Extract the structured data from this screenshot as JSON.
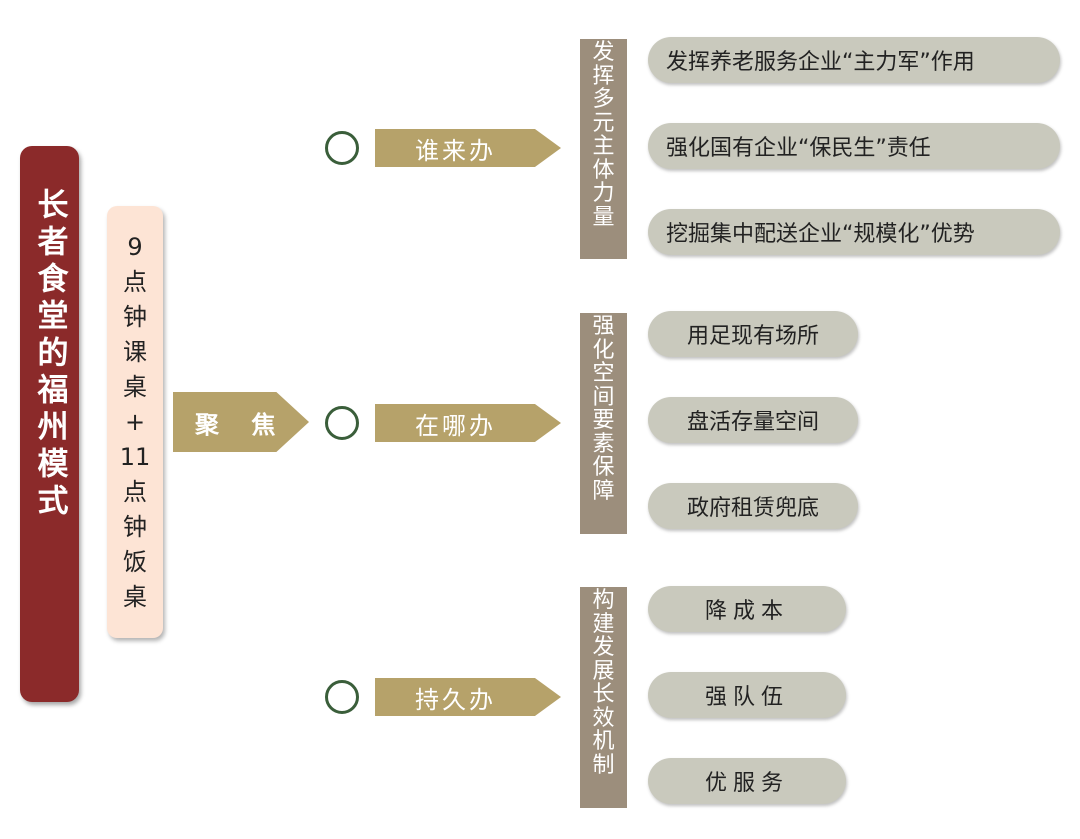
{
  "title": "长者食堂的福州模式",
  "subtitle_chars": [
    "9",
    "点",
    "钟",
    "课",
    "桌",
    "+",
    "11",
    "点",
    "钟",
    "饭",
    "桌"
  ],
  "focus_label": "聚 焦",
  "branches": [
    {
      "label": "谁来办",
      "category_chars": [
        "发",
        "挥",
        "多",
        "元",
        "主",
        "体",
        "力",
        "量"
      ],
      "items": [
        "发挥养老服务企业“主力军”作用",
        "强化国有企业“保民生”责任",
        "挖掘集中配送企业“规模化”优势"
      ]
    },
    {
      "label": "在哪办",
      "category_chars": [
        "强",
        "化",
        "空",
        "间",
        "要",
        "素",
        "保",
        "障"
      ],
      "items": [
        "用足现有场所",
        "盘活存量空间",
        "政府租赁兜底"
      ]
    },
    {
      "label": "持久办",
      "category_chars": [
        "构",
        "建",
        "发",
        "展",
        "长",
        "效",
        "机",
        "制"
      ],
      "items": [
        "降成本",
        "强队伍",
        "优服务"
      ]
    }
  ],
  "colors": {
    "title_bg": "#8b2a2a",
    "subtitle_bg": "#fde4d5",
    "arrow_gold": "#b6a26a",
    "category_bar": "#9c8e7c",
    "pill_bg": "#c9c9bd",
    "circle_border": "#3a5e3a"
  }
}
